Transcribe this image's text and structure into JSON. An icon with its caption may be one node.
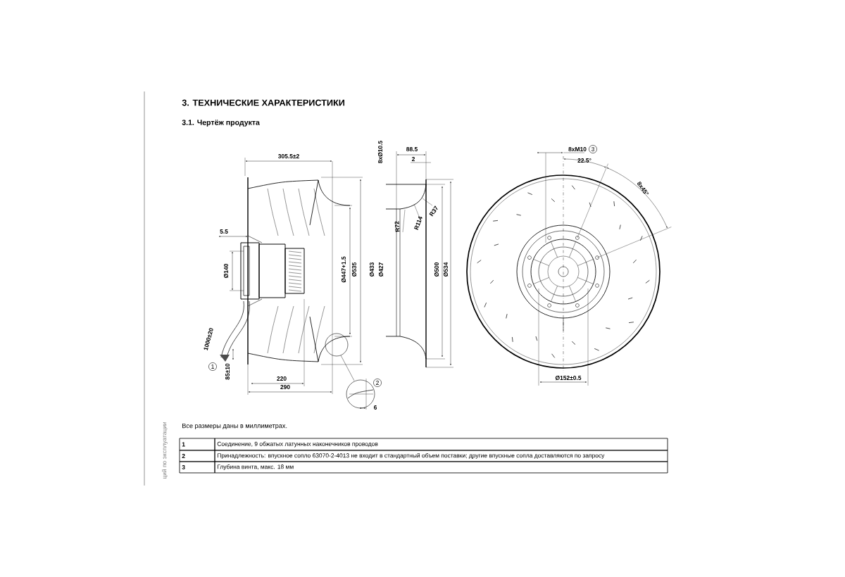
{
  "diagram": {
    "title": "3. ТЕХНИЧЕСКИЕ ХАРАКТЕРИСТИКИ",
    "labels": [
      "3.1. Чертёж продукта",
      "305.5±2",
      "5.5",
      "Ø140",
      "Ø447+1.5",
      "Ø535",
      "1000±20",
      "1",
      "85±10",
      "220",
      "290",
      "8xØ10.5",
      "88.5",
      "2",
      "R72",
      "R114",
      "R37",
      "Ø433",
      "Ø427",
      "Ø500",
      "Ø534",
      "2",
      "6",
      "8xM10",
      "3",
      "22.5°",
      "8x45°",
      "Ø152±0.5",
      "Все размеры даны в миллиметрах.",
      "1",
      "Соединение, 9 обжатых латунных наконечников проводов",
      "2",
      "Принадлежность: впускное сопло 63070-2-4013 не входит в стандартный объем поставки; другие впускные сопла доставляются по запросу",
      "3",
      "Глубина винта, макс. 18 мм",
      "ций по эксплуатации"
    ]
  }
}
